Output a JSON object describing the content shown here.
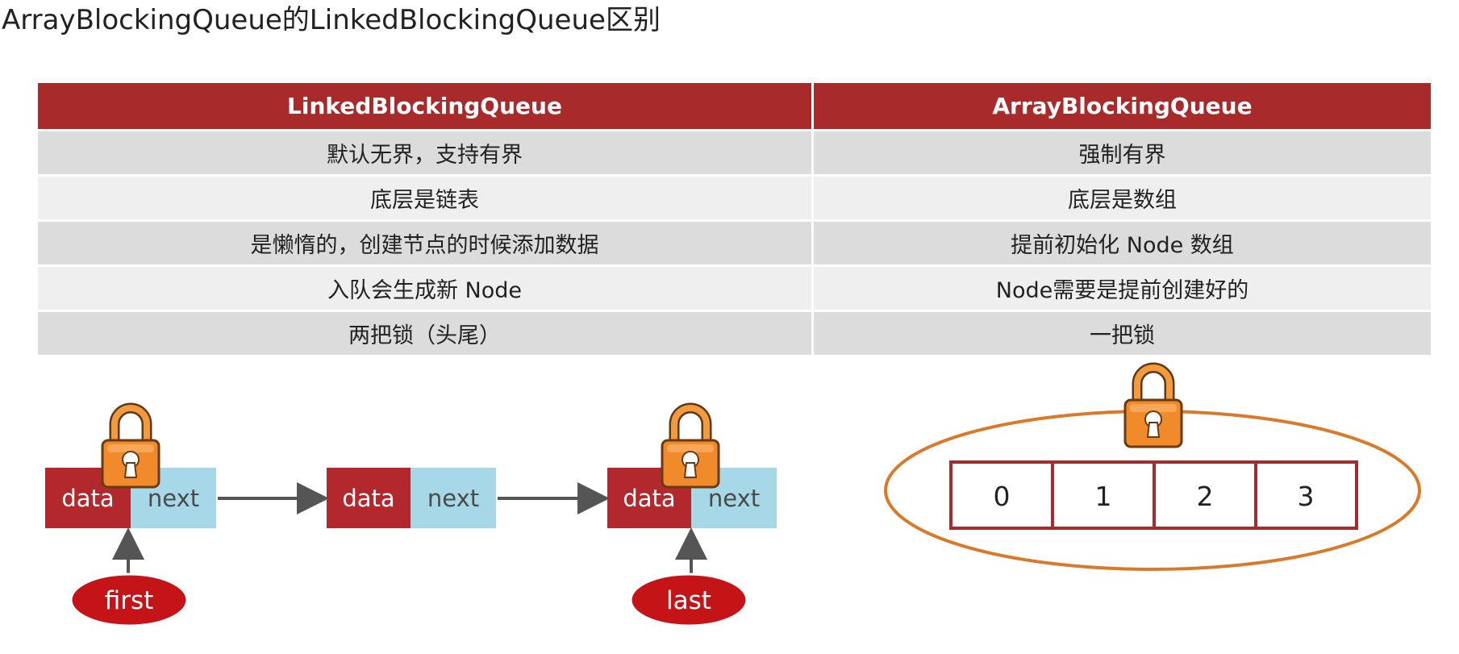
{
  "title": "ArrayBlockingQueue的LinkedBlockingQueue区别",
  "table": {
    "headers": [
      "LinkedBlockingQueue",
      "ArrayBlockingQueue"
    ],
    "rows": [
      {
        "left": "默认无界，支持有界",
        "right": "强制有界"
      },
      {
        "left": "底层是链表",
        "right": "底层是数组"
      },
      {
        "left": "是懒惰的，创建节点的时候添加数据",
        "right": "提前初始化 Node 数组"
      },
      {
        "left": "入队会生成新 Node",
        "right": "Node需要是提前创建好的"
      },
      {
        "left": "两把锁（头尾）",
        "right": "一把锁"
      }
    ]
  },
  "linked_list": {
    "node_data_label": "data",
    "node_next_label": "next",
    "head_pointer": "first",
    "tail_pointer": "last"
  },
  "array": {
    "cells": [
      "0",
      "1",
      "2",
      "3"
    ]
  },
  "colors": {
    "header_red": "#a82a2a",
    "data_red": "#b3282d",
    "next_blue": "#a6d8e7",
    "lock_orange": "#f08a2a",
    "ellipse_orange": "#d97a2b"
  }
}
